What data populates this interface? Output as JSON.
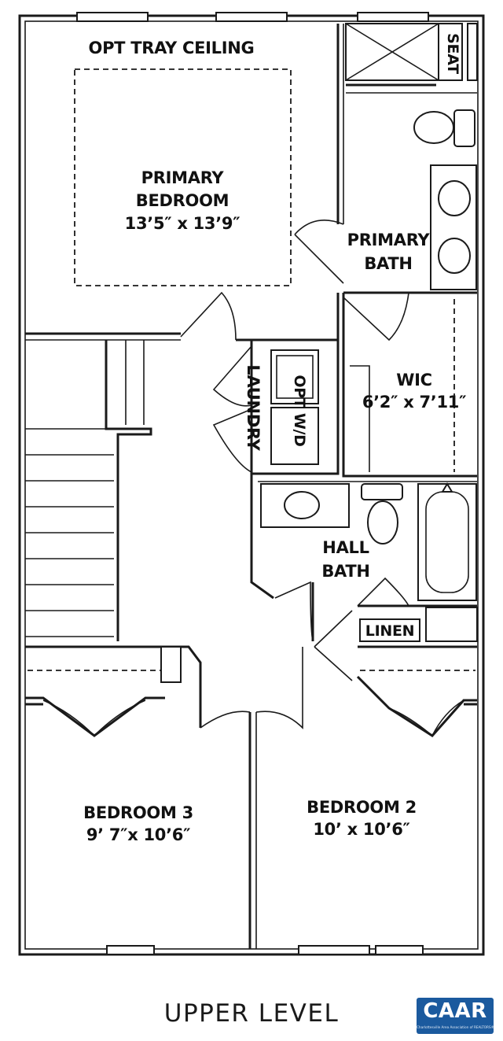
{
  "rooms": {
    "tray_ceiling": "OPT TRAY CEILING",
    "primary_bedroom": {
      "line1": "PRIMARY",
      "line2": "BEDROOM",
      "size": "13’5″ x 13’9″"
    },
    "primary_bath": {
      "line1": "PRIMARY",
      "line2": "BATH"
    },
    "seat": "SEAT",
    "wic": {
      "name": "WIC",
      "size": "6’2″ x 7’11″"
    },
    "laundry": "LAUNDRY",
    "opt_wd": "OPT W/D",
    "hall_bath": {
      "line1": "HALL",
      "line2": "BATH"
    },
    "linen": "LINEN",
    "bedroom3": {
      "name": "BEDROOM 3",
      "size": "9’ 7″x 10’6″"
    },
    "bedroom2": {
      "name": "BEDROOM 2",
      "size": "10’ x  10’6″"
    }
  },
  "footer": {
    "title": "UPPER LEVEL",
    "logo": "CAAR",
    "logo_tagline": "Charlottesville Area Association of REALTORS®",
    "logo_color": "#1b5a9e"
  }
}
